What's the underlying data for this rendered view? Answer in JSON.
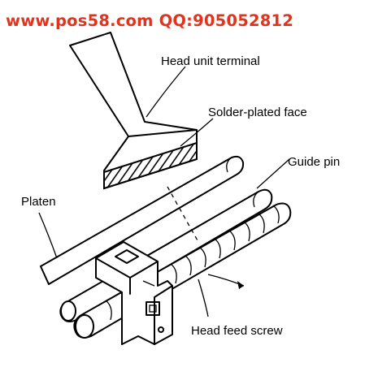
{
  "watermark": "www.pos58.com QQ:905052812",
  "labels": {
    "head_unit_terminal": "Head unit terminal",
    "solder_plated_face": "Solder-plated face",
    "guide_pin": "Guide pin",
    "platen": "Platen",
    "head_feed_screw": "Head feed screw"
  },
  "colors": {
    "watermark": "#e0341f",
    "ink": "#000000",
    "background": "#ffffff"
  }
}
